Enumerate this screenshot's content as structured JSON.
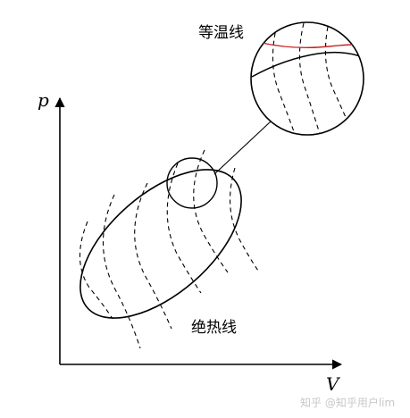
{
  "labels": {
    "isotherm": "等温线",
    "adiabat": "绝热线",
    "y_axis": "p",
    "x_axis": "V"
  },
  "watermark": "知乎 @知乎用户lim",
  "colors": {
    "line": "#000000",
    "highlight": "#cc2222",
    "watermark": "#c8c8c8"
  }
}
